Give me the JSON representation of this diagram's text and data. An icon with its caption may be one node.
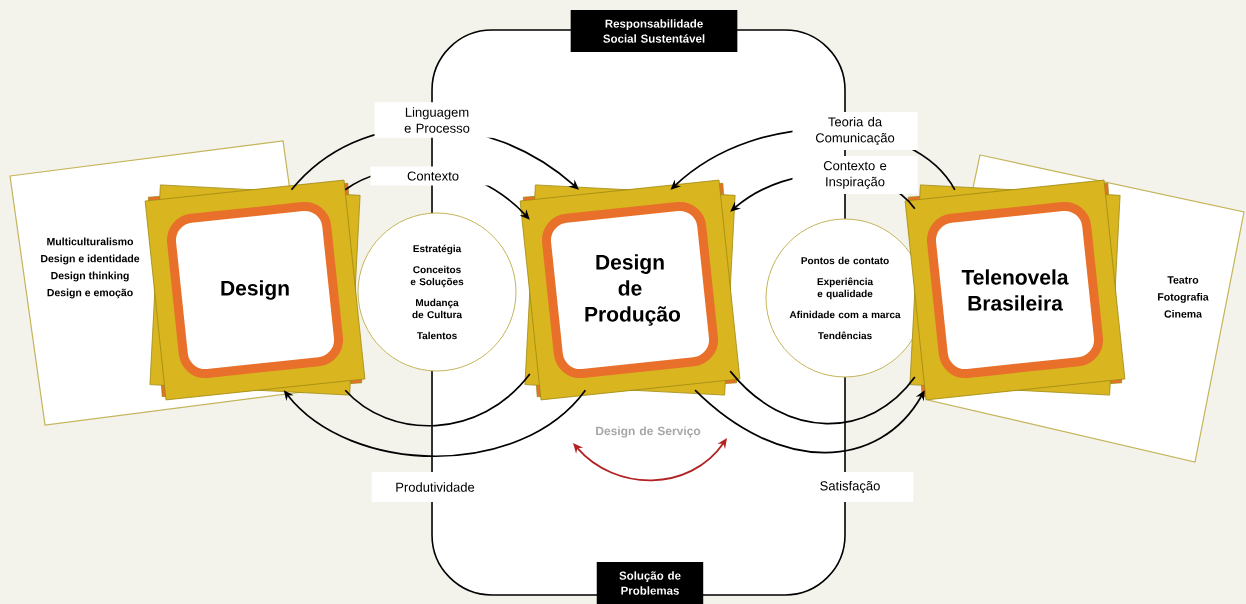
{
  "diagram": {
    "nodes": [
      {
        "text": [
          "Multiculturalismo",
          "Design e identidade",
          "Design thinking",
          "Design e emoção"
        ]
      },
      {
        "text": [
          "Design"
        ]
      },
      {
        "text": [
          "Estratégia",
          "Conceitos e Soluções",
          "Mudança de Cultura",
          "Talentos"
        ]
      },
      {
        "text": [
          "Design de Produção"
        ]
      },
      {
        "text": [
          "Pontos de contato",
          "Experiência e qualidade",
          "Afinidade com a marca",
          "Tendências"
        ]
      },
      {
        "text": [
          "Telenovela Brasileira"
        ]
      },
      {
        "text": [
          "Teatro",
          "Fotografia",
          "Cinema"
        ]
      },
      {
        "text": [
          "Responsabilidade Social Sustentável"
        ]
      },
      {
        "text": [
          "Solução de Problemas"
        ]
      },
      {
        "text": [
          "Produtividade"
        ]
      },
      {
        "text": [
          "Satisfação"
        ]
      }
    ],
    "edges": [
      {
        "from": 1,
        "to": 3,
        "arrow": "to",
        "label": "Linguagem e Processo"
      },
      {
        "from": 1,
        "to": 3,
        "arrow": "to",
        "label": "Contexto"
      },
      {
        "from": 5,
        "to": 3,
        "arrow": "to",
        "label": "Teoria da Comunicação"
      },
      {
        "from": 5,
        "to": 3,
        "arrow": "to",
        "label": "Contexto e Inspiração"
      },
      {
        "from": 3,
        "to": 1,
        "arrow": "to"
      },
      {
        "from": 1,
        "to": 3,
        "arrow": "none"
      },
      {
        "from": 3,
        "to": 5,
        "arrow": "to"
      },
      {
        "from": 3,
        "to": 5,
        "arrow": "none"
      }
    ],
    "labels": [
      "Design de Serviço"
    ]
  }
}
